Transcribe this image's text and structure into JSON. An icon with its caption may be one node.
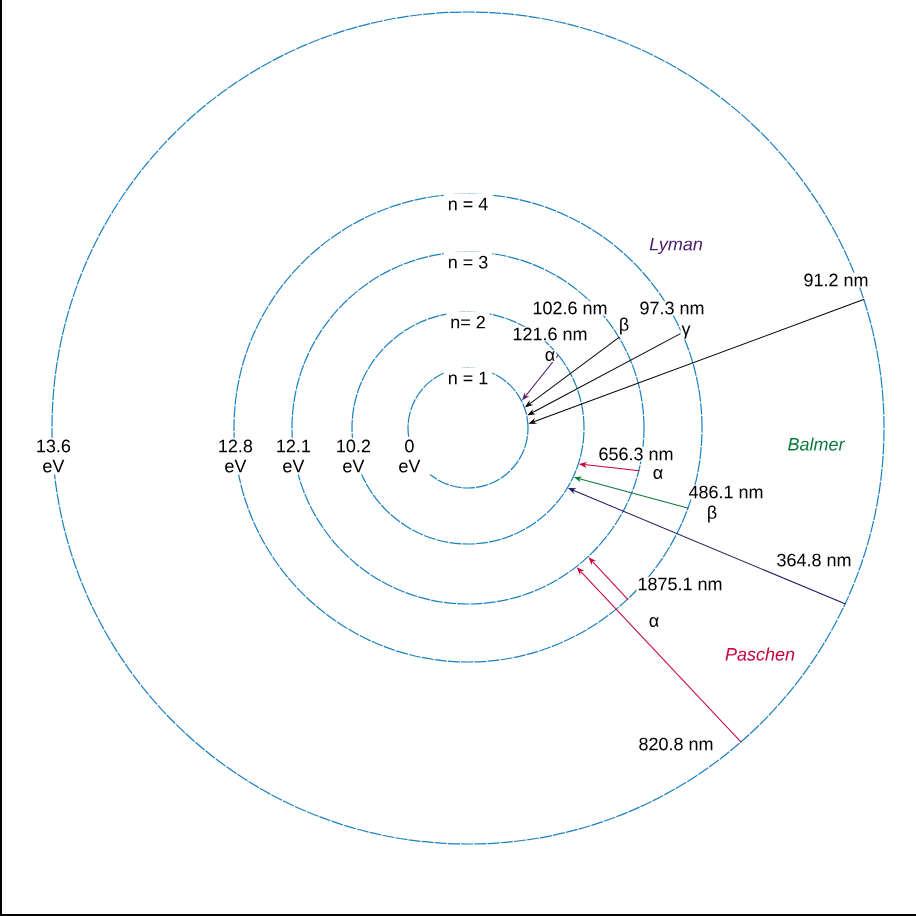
{
  "diagram": {
    "nodes": [
      {
        "text": [
          "13.6 eV"
        ]
      },
      {
        "text": [
          "n = 4",
          "12.8 eV"
        ],
        "in": 0
      },
      {
        "text": [
          "n = 3",
          "12.1 eV"
        ],
        "in": 1
      },
      {
        "text": [
          "n= 2",
          "10.2 eV"
        ],
        "in": 2
      },
      {
        "text": [
          "n = 1",
          "0 eV"
        ],
        "in": 3
      }
    ],
    "edges": [
      {
        "from": 3,
        "to": 4,
        "arrow": "to",
        "label": "121.6 nm",
        "color": "#5a1f6e"
      },
      {
        "from": 2,
        "to": 4,
        "arrow": "to",
        "label": "102.6 nm"
      },
      {
        "from": 1,
        "to": 4,
        "arrow": "to",
        "label": "97.3 nm"
      },
      {
        "from": 0,
        "to": 4,
        "arrow": "to",
        "label": "91.2 nm"
      },
      {
        "from": 2,
        "to": 3,
        "arrow": "to",
        "label": "656.3 nm",
        "color": "#c8003c"
      },
      {
        "from": 1,
        "to": 3,
        "arrow": "to",
        "label": "486.1 nm",
        "color": "#0a7a3c"
      },
      {
        "from": 0,
        "to": 3,
        "arrow": "to",
        "label": "364.8 nm",
        "color": "#1a1a5e"
      },
      {
        "from": 1,
        "to": 2,
        "arrow": "to",
        "label": "1875.1 nm",
        "color": "#c8003c"
      },
      {
        "from": 0,
        "to": 2,
        "arrow": "to",
        "label": "820.8 nm",
        "color": "#c8003c"
      }
    ],
    "labels": [
      "Lyman",
      "β",
      "γ",
      "α",
      "Balmer",
      "α",
      "β",
      "α",
      "Paschen"
    ]
  }
}
